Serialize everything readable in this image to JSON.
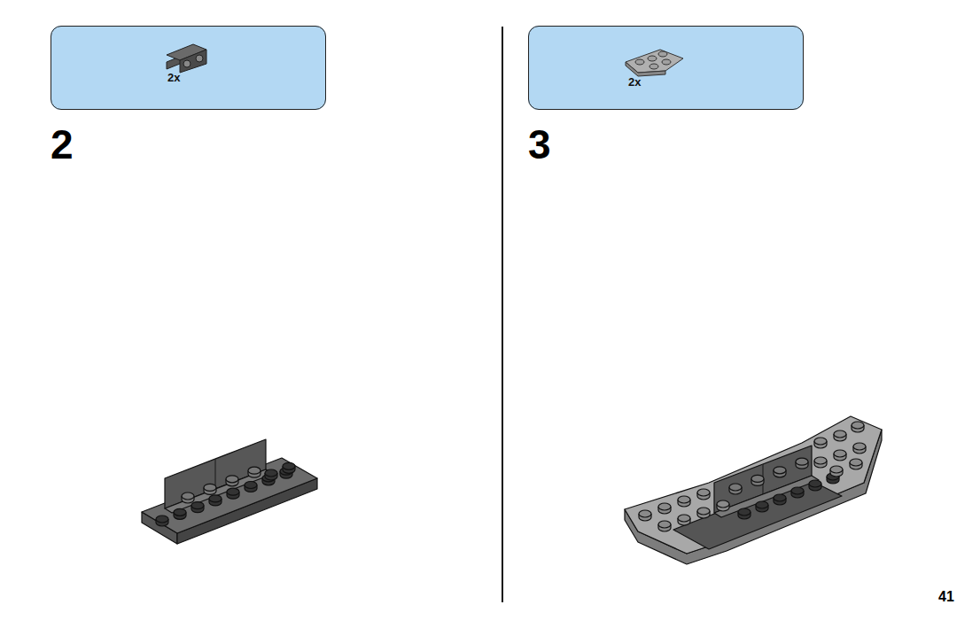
{
  "diagram": {
    "nodes": [
      {
        "text": [
          "2x"
        ]
      },
      {
        "text": [
          "2x"
        ]
      }
    ],
    "labels": [
      "2",
      "3",
      "41"
    ]
  }
}
